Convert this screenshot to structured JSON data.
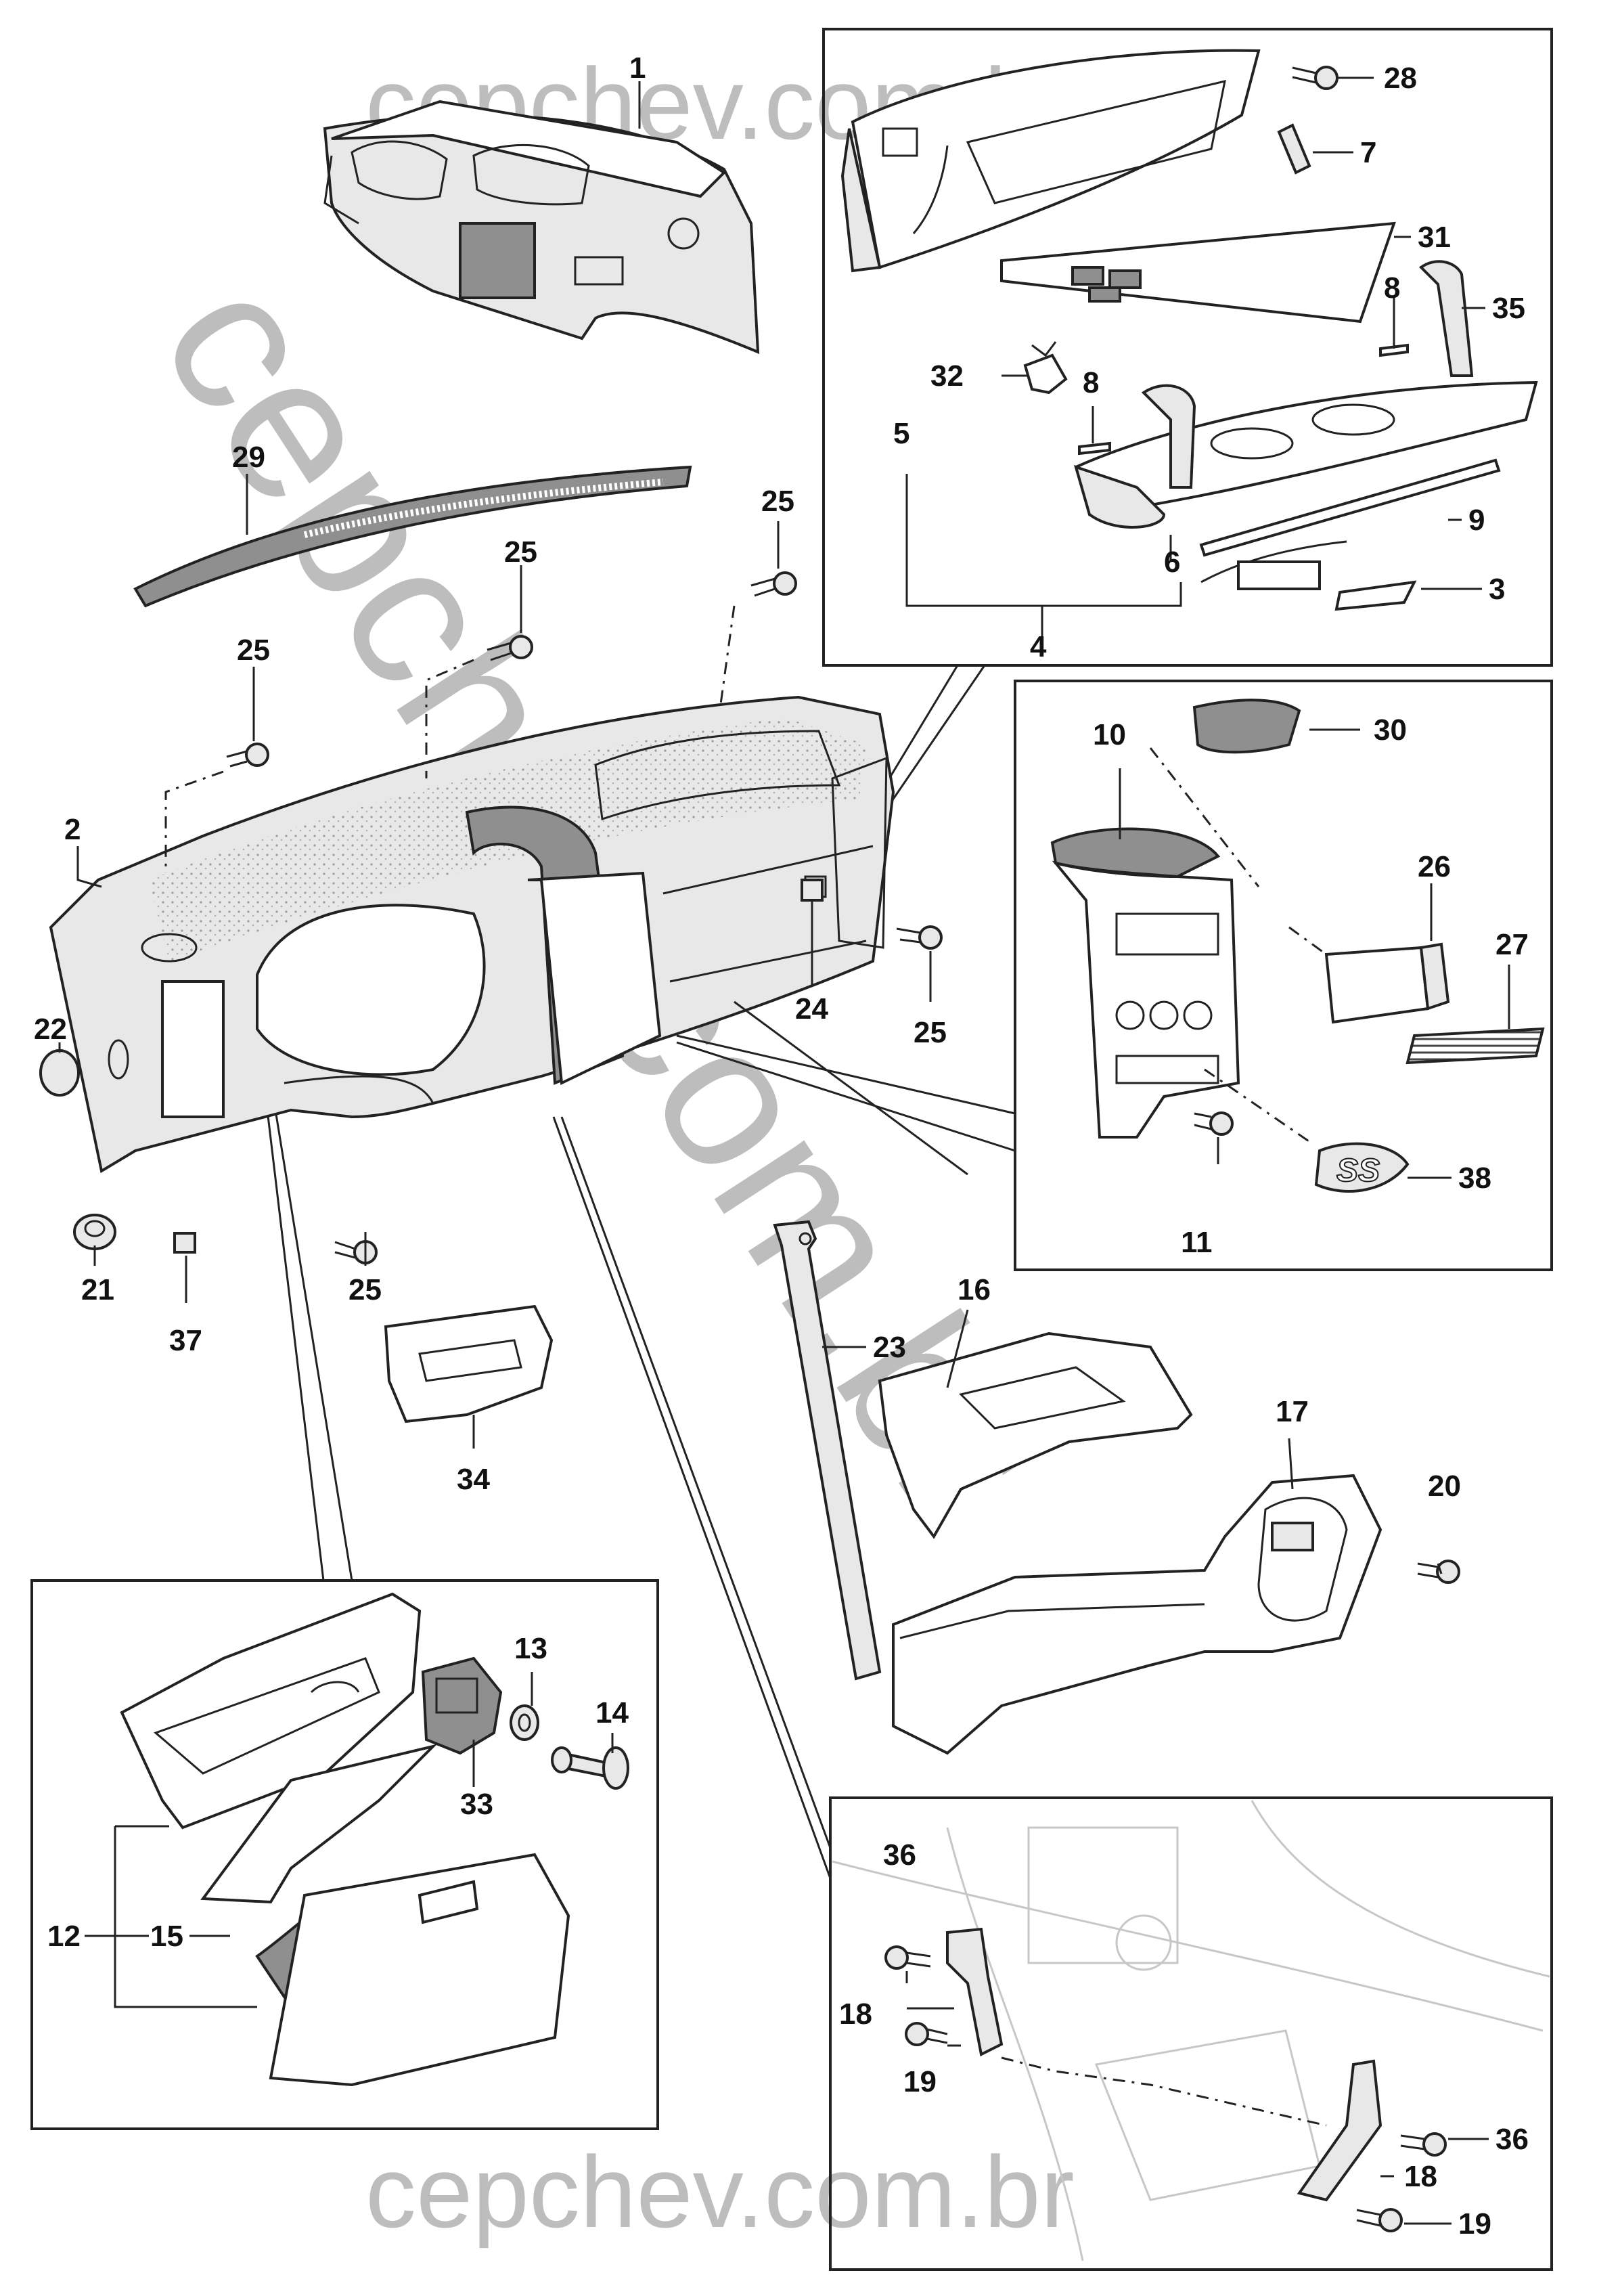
{
  "watermark": {
    "top": "cepchev.com.br",
    "diagonal": "cepchev.com.br",
    "bottom": "cepchev.com.br"
  },
  "callouts": [
    {
      "id": "c1",
      "label": "1"
    },
    {
      "id": "c2",
      "label": "2"
    },
    {
      "id": "c3",
      "label": "3"
    },
    {
      "id": "c4",
      "label": "4"
    },
    {
      "id": "c5",
      "label": "5"
    },
    {
      "id": "c6",
      "label": "6"
    },
    {
      "id": "c7",
      "label": "7"
    },
    {
      "id": "c8a",
      "label": "8"
    },
    {
      "id": "c8b",
      "label": "8"
    },
    {
      "id": "c9",
      "label": "9"
    },
    {
      "id": "c10",
      "label": "10"
    },
    {
      "id": "c11",
      "label": "11"
    },
    {
      "id": "c12",
      "label": "12"
    },
    {
      "id": "c13",
      "label": "13"
    },
    {
      "id": "c14",
      "label": "14"
    },
    {
      "id": "c15",
      "label": "15"
    },
    {
      "id": "c16",
      "label": "16"
    },
    {
      "id": "c17",
      "label": "17"
    },
    {
      "id": "c18a",
      "label": "18"
    },
    {
      "id": "c18b",
      "label": "18"
    },
    {
      "id": "c19a",
      "label": "19"
    },
    {
      "id": "c19b",
      "label": "19"
    },
    {
      "id": "c20",
      "label": "20"
    },
    {
      "id": "c21",
      "label": "21"
    },
    {
      "id": "c22",
      "label": "22"
    },
    {
      "id": "c23",
      "label": "23"
    },
    {
      "id": "c24",
      "label": "24"
    },
    {
      "id": "c25a",
      "label": "25"
    },
    {
      "id": "c25b",
      "label": "25"
    },
    {
      "id": "c25c",
      "label": "25"
    },
    {
      "id": "c25d",
      "label": "25"
    },
    {
      "id": "c25e",
      "label": "25"
    },
    {
      "id": "c26",
      "label": "26"
    },
    {
      "id": "c27",
      "label": "27"
    },
    {
      "id": "c28",
      "label": "28"
    },
    {
      "id": "c29",
      "label": "29"
    },
    {
      "id": "c30",
      "label": "30"
    },
    {
      "id": "c31",
      "label": "31"
    },
    {
      "id": "c32",
      "label": "32"
    },
    {
      "id": "c33",
      "label": "33"
    },
    {
      "id": "c34",
      "label": "34"
    },
    {
      "id": "c35",
      "label": "35"
    },
    {
      "id": "c36a",
      "label": "36"
    },
    {
      "id": "c36b",
      "label": "36"
    },
    {
      "id": "c37",
      "label": "37"
    },
    {
      "id": "c38",
      "label": "38"
    }
  ],
  "badge_text": "SS"
}
